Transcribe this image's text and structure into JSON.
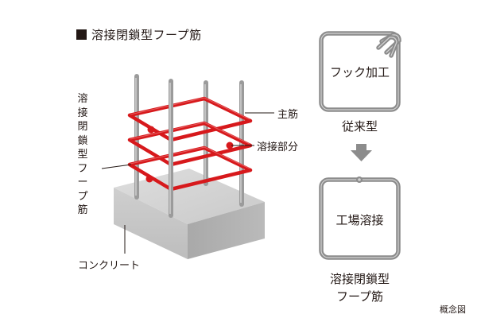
{
  "title": "溶接閉鎖型フープ筋",
  "vertical_label": [
    "溶",
    "接",
    "閉",
    "鎖",
    "型",
    "フ",
    "ー",
    "プ",
    "筋"
  ],
  "labels": {
    "main_bar": "主筋",
    "weld_part": "溶接部分",
    "concrete": "コンクリート"
  },
  "panels": {
    "conventional": {
      "inner_text": "フック加工",
      "caption": "従来型"
    },
    "new": {
      "inner_text": "工場溶接",
      "caption_lines": [
        "溶接閉鎖型",
        "フープ筋"
      ]
    }
  },
  "note": "概念図",
  "colors": {
    "hoop": "#d7191c",
    "bar": "#9b9b9b",
    "frame": "#8c8c8c",
    "text": "#231815"
  }
}
